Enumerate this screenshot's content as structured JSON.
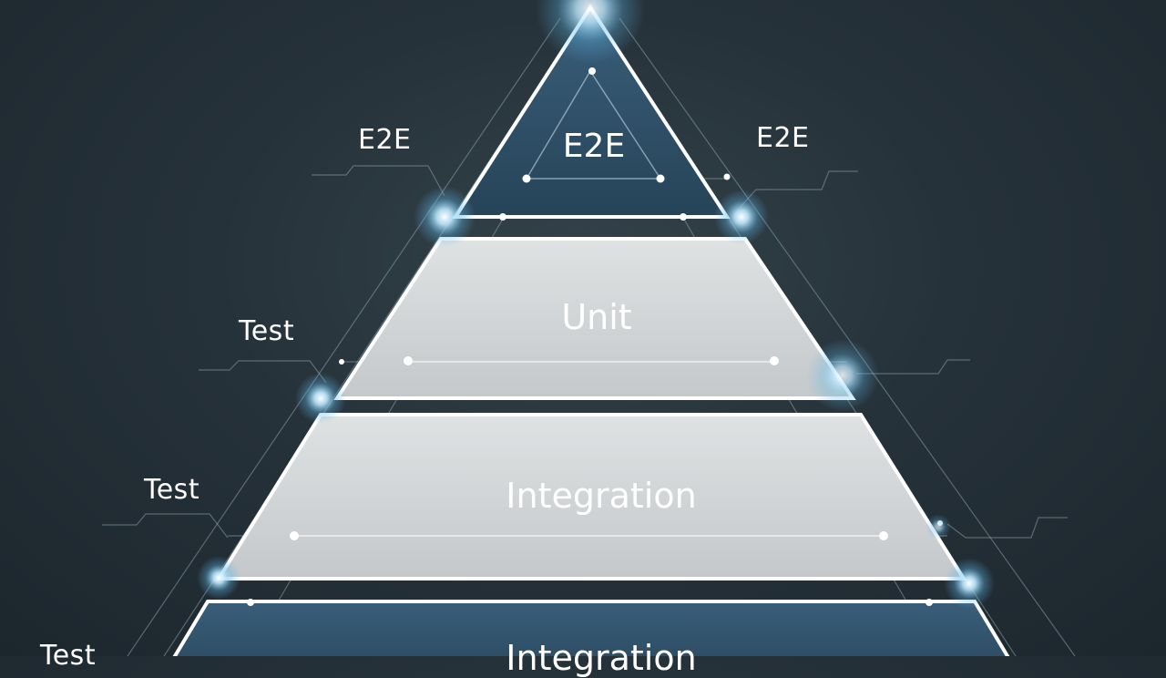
{
  "tiers": [
    {
      "label": "E2E",
      "fill": "#2e4d66",
      "text_color": "#ffffff"
    },
    {
      "label": "Unit",
      "fill": "#d4d7d8",
      "text_color": "#ffffff"
    },
    {
      "label": "Integration",
      "fill": "#d0d3d4",
      "text_color": "#ffffff"
    },
    {
      "label": "Integration",
      "fill": "#2b4a64",
      "text_color": "#ffffff"
    }
  ],
  "side_labels": {
    "left_top": "E2E",
    "right_top": "E2E",
    "left_mid": "Test",
    "left_lower": "Test",
    "left_bottom": "Test"
  },
  "colors": {
    "outline": "#ffffff",
    "glow": "#8fd6ff",
    "background": "#26323a"
  }
}
